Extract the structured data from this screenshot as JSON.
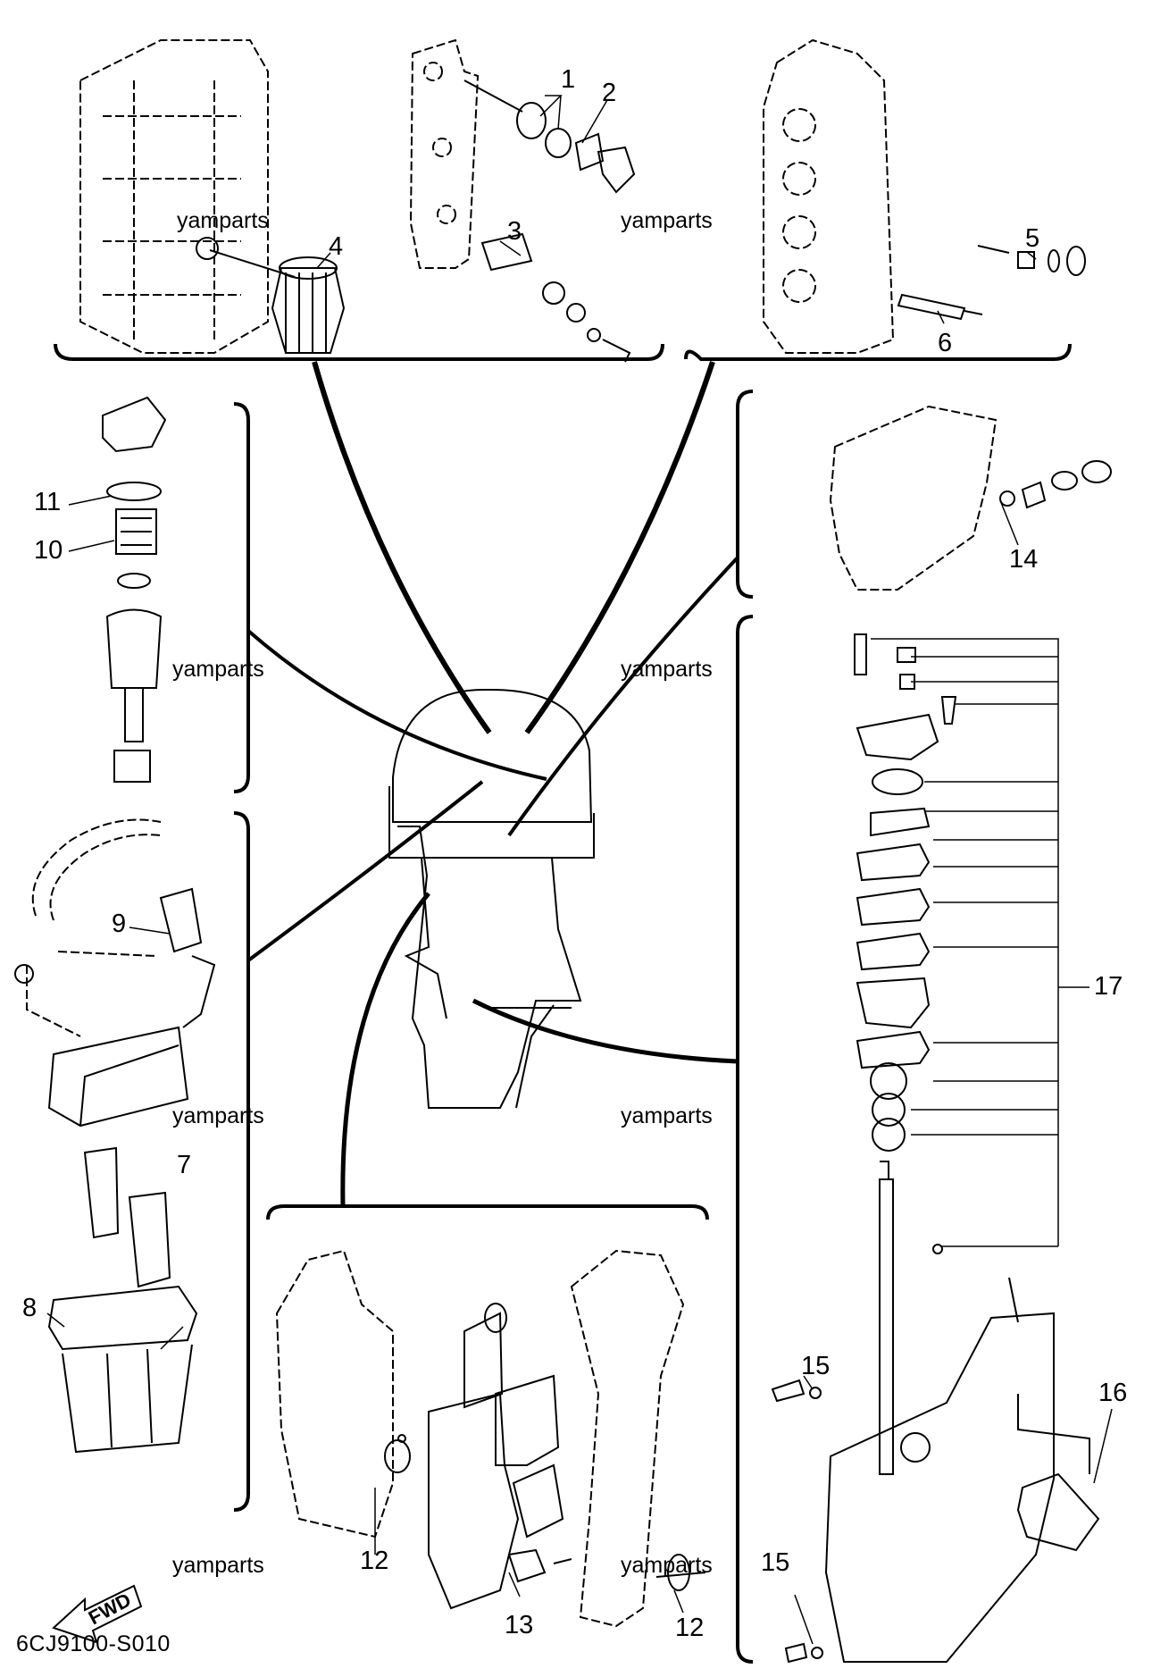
{
  "diagram_code": "6CJ9100-S010",
  "watermark": "yamparts",
  "fwd_label": "FWD",
  "callouts": [
    "1",
    "2",
    "3",
    "4",
    "5",
    "6",
    "7",
    "8",
    "9",
    "10",
    "11",
    "12",
    "12",
    "13",
    "14",
    "15",
    "15",
    "16",
    "17"
  ],
  "colors": {
    "ink": "#000000",
    "paper": "#ffffff"
  }
}
